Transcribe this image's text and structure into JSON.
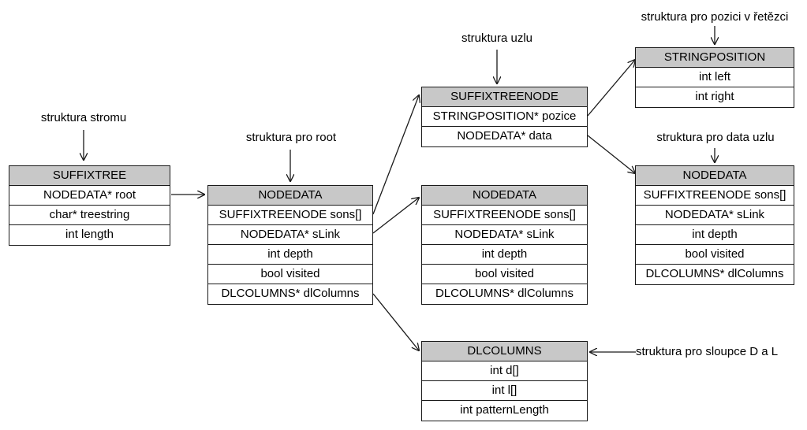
{
  "labels": {
    "strom": "struktura stromu",
    "root": "struktura pro root",
    "uzel": "struktura uzlu",
    "pozice": "struktura pro pozici v řetězci",
    "data_uzlu": "struktura pro data uzlu",
    "sloupce": "struktura pro sloupce D a L"
  },
  "boxes": {
    "suffixtree": {
      "title": "SUFFIXTREE",
      "fields": [
        "NODEDATA* root",
        "char* treestring",
        "int length"
      ]
    },
    "nodedata_root": {
      "title": "NODEDATA",
      "fields": [
        "SUFFIXTREENODE sons[]",
        "NODEDATA* sLink",
        "int depth",
        "bool visited",
        "DLCOLUMNS* dlColumns"
      ]
    },
    "suffixtreenode": {
      "title": "SUFFIXTREENODE",
      "fields": [
        "STRINGPOSITION* pozice",
        "NODEDATA* data"
      ]
    },
    "nodedata_mid": {
      "title": "NODEDATA",
      "fields": [
        "SUFFIXTREENODE sons[]",
        "NODEDATA* sLink",
        "int depth",
        "bool visited",
        "DLCOLUMNS* dlColumns"
      ]
    },
    "dlcolumns": {
      "title": "DLCOLUMNS",
      "fields": [
        "int d[]",
        "int l[]",
        "int patternLength"
      ]
    },
    "stringposition": {
      "title": "STRINGPOSITION",
      "fields": [
        "int left",
        "int right"
      ]
    },
    "nodedata_right": {
      "title": "NODEDATA",
      "fields": [
        "SUFFIXTREENODE sons[]",
        "NODEDATA* sLink",
        "int depth",
        "bool visited",
        "DLCOLUMNS* dlColumns"
      ]
    }
  }
}
